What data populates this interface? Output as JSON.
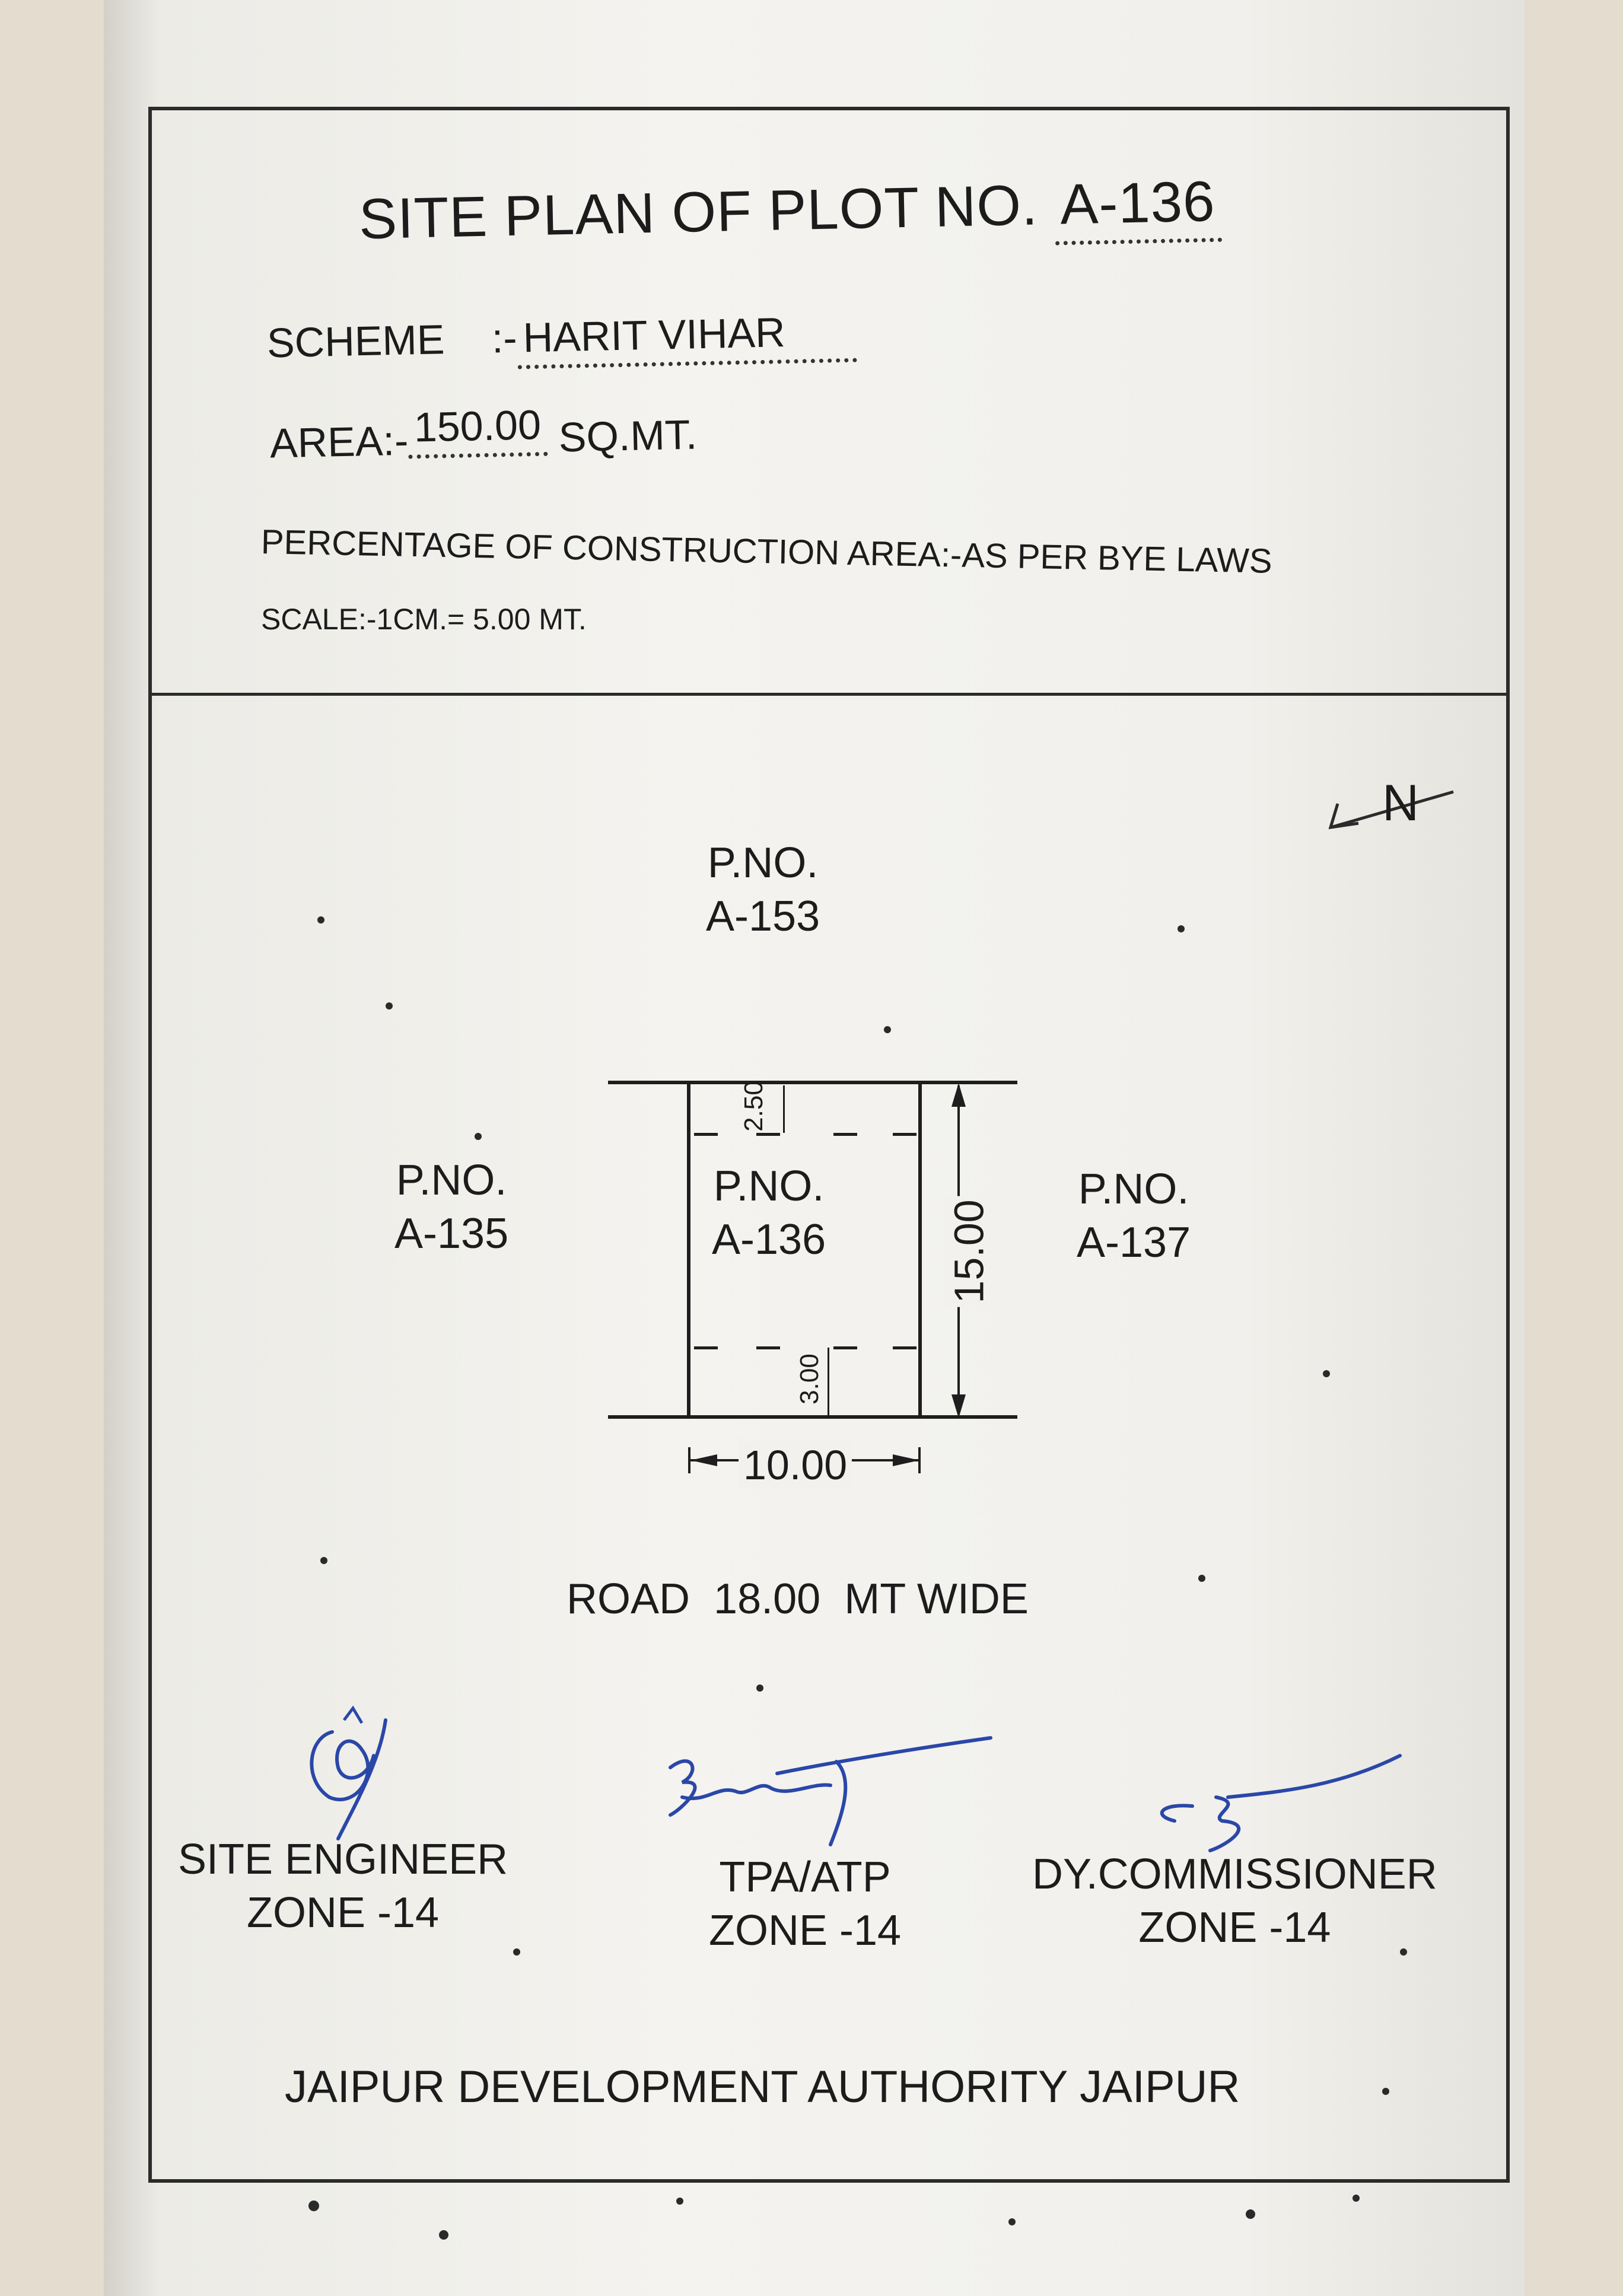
{
  "title": {
    "text": "SITE PLAN OF PLOT NO.",
    "plot": "A-136"
  },
  "scheme": {
    "label": "SCHEME",
    "sep": ":-",
    "value": "HARIT VIHAR"
  },
  "area": {
    "label": "AREA:-",
    "value": "150.00",
    "unit": "SQ.MT."
  },
  "percentage": "PERCENTAGE OF CONSTRUCTION AREA:-AS PER BYE LAWS",
  "scale": "SCALE:-1CM.= 5.00 MT.",
  "north": "N",
  "plots": {
    "top": {
      "line1": "P.NO.",
      "line2": "A-153"
    },
    "left": {
      "line1": "P.NO.",
      "line2": "A-135"
    },
    "center": {
      "line1": "P.NO.",
      "line2": "A-136"
    },
    "right": {
      "line1": "P.NO.",
      "line2": "A-137"
    }
  },
  "dimensions": {
    "front_setback": "2.50",
    "rear_setback": "3.00",
    "depth": "15.00",
    "width": "10.00"
  },
  "road": "ROAD  18.00  MT WIDE",
  "signatories": [
    {
      "role": "SITE ENGINEER",
      "zone": "ZONE -14"
    },
    {
      "role": "TPA/ATP",
      "zone": "ZONE -14"
    },
    {
      "role": "DY.COMMISSIONER",
      "zone": "ZONE -14"
    }
  ],
  "authority": "JAIPUR DEVELOPMENT AUTHORITY JAIPUR"
}
